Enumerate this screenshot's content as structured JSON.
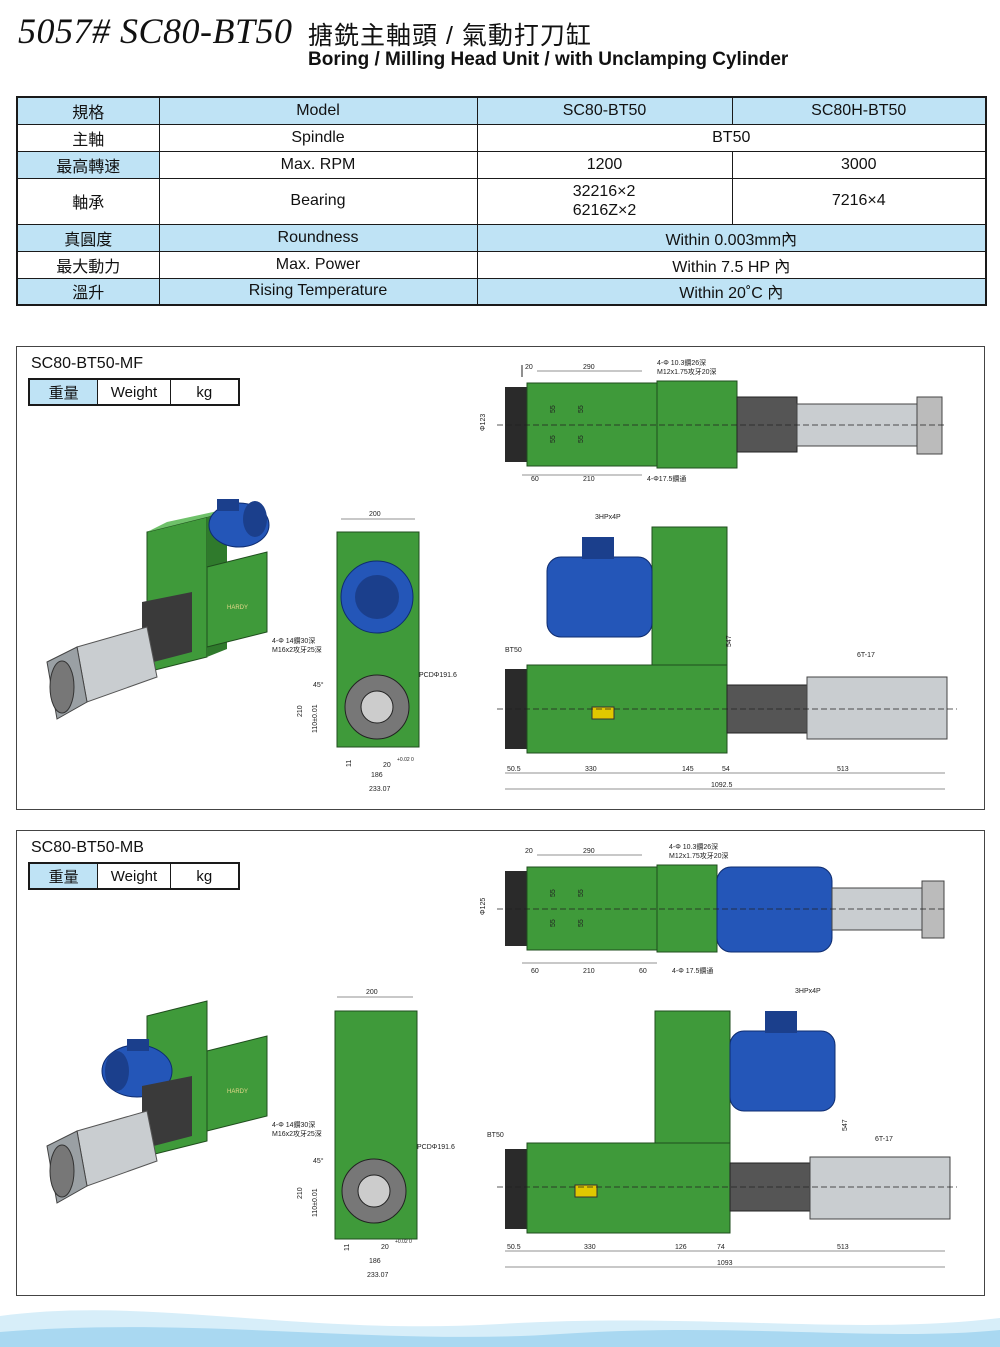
{
  "header": {
    "code": "5057# SC80-BT50",
    "title_zh": "搪銑主軸頭 / 氣動打刀缸",
    "title_en": "Boring / Milling Head Unit / with Unclamping Cylinder"
  },
  "spec": {
    "rows": [
      {
        "zh": "規格",
        "en": "Model",
        "v1": "SC80-BT50",
        "v2": "SC80H-BT50"
      },
      {
        "zh": "主軸",
        "en": "Spindle",
        "v": "BT50"
      },
      {
        "zh": "最高轉速",
        "en": "Max. RPM",
        "v1": "1200",
        "v2": "3000"
      },
      {
        "zh": "軸承",
        "en": "Bearing",
        "v1a": "32216×2",
        "v1b": "6216Z×2",
        "v2": "7216×4"
      },
      {
        "zh": "真圓度",
        "en": "Roundness",
        "v": "Within 0.003mm內"
      },
      {
        "zh": "最大動力",
        "en": "Max. Power",
        "v": "Within 7.5 HP 內"
      },
      {
        "zh": "溫升",
        "en": "Rising Temperature",
        "v": "Within 20˚C 內"
      }
    ]
  },
  "weight": {
    "zh": "重量",
    "en": "Weight",
    "unit": "kg"
  },
  "panels": [
    {
      "title": "SC80-BT50-MF",
      "top": {
        "d1": "20",
        "d2": "290",
        "note1": "4-Φ 10.3鑽26深",
        "note2": "M12x1.75攻牙20深",
        "dia": "Φ123",
        "s1": "55",
        "s2": "55",
        "s3": "55",
        "s4": "55",
        "b1": "60",
        "b2": "210",
        "hole": "4-Φ17.5鑽通"
      },
      "front": {
        "w": "200",
        "note1": "4-Φ 14鑽30深",
        "note2": "M16x2攻牙25深",
        "ang": "45°",
        "pcd": "PCDΦ191.6",
        "h1": "210",
        "h2": "110±0.01",
        "h3": "11",
        "k": "20",
        "tol": "+0.02 0",
        "b1": "186",
        "b2": "233.07"
      },
      "side": {
        "motor": "3HPx4P",
        "bt": "BT50",
        "h": "547",
        "cyl": "6T-17",
        "a": "50.5",
        "b": "330",
        "c": "145",
        "d": "54",
        "e": "513",
        "total": "1092.5"
      }
    },
    {
      "title": "SC80-BT50-MB",
      "top": {
        "d1": "20",
        "d2": "290",
        "note1": "4-Φ 10.3鑽26深",
        "note2": "M12x1.75攻牙20深",
        "dia": "Φ125",
        "s1": "55",
        "s2": "55",
        "s3": "55",
        "s4": "55",
        "b1": "60",
        "b2": "210",
        "b3": "60",
        "hole": "4-Φ 17.5鑽通"
      },
      "front": {
        "w": "200",
        "note1": "4-Φ 14鑽30深",
        "note2": "M16x2攻牙25深",
        "ang": "45°",
        "pcd": "PCDΦ191.6",
        "h1": "210",
        "h2": "110±0.01",
        "h3": "11",
        "k": "20",
        "tol": "+0.02 0",
        "b1": "186",
        "b2": "233.07"
      },
      "side": {
        "motor": "3HPx4P",
        "bt": "BT50",
        "h": "547",
        "cyl": "6T-17",
        "a": "50.5",
        "b": "330",
        "c": "126",
        "d": "74",
        "e": "513",
        "total": "1093"
      }
    }
  ],
  "colors": {
    "header_cell": "#bfe3f5",
    "body_green": "#3f9a3a",
    "motor_blue": "#2456b8",
    "cylinder_grey": "#c9cdd0"
  }
}
